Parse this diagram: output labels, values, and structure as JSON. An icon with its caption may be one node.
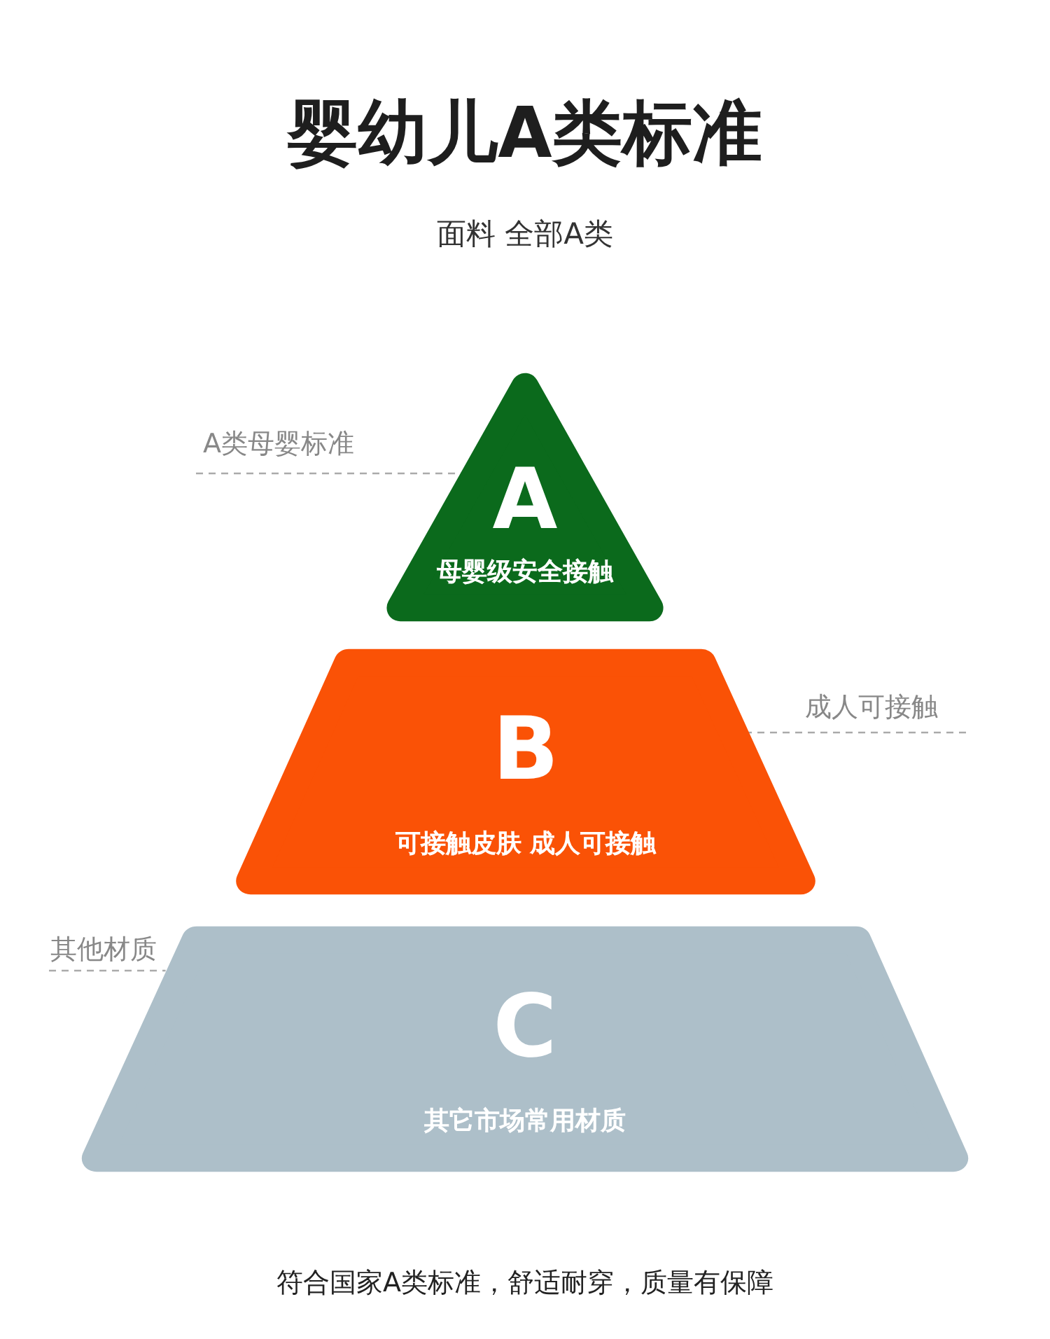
{
  "diagram": {
    "title": "婴幼儿A类标准",
    "caption": "符合国家A类标准，舒适耐穿，质量有保障",
    "nodes": [
      {
        "text": [
          "A",
          "母婴级安全接触"
        ]
      },
      {
        "text": [
          "B",
          "可接触皮肤 成人可接触"
        ]
      },
      {
        "text": [
          "C",
          "其它市场常用材质"
        ]
      },
      {
        "text": [
          "A类母婴标准"
        ]
      },
      {
        "text": [
          "成人可接触"
        ]
      },
      {
        "text": [
          "其他材质"
        ]
      }
    ],
    "edges": [
      {
        "from": 3,
        "to": 0,
        "arrow": "none",
        "style": "dashed"
      },
      {
        "from": 4,
        "to": 1,
        "arrow": "none",
        "style": "dashed"
      },
      {
        "from": 5,
        "to": 2,
        "arrow": "none",
        "style": "dashed"
      }
    ],
    "labels": [
      "面料 全部A类"
    ]
  }
}
